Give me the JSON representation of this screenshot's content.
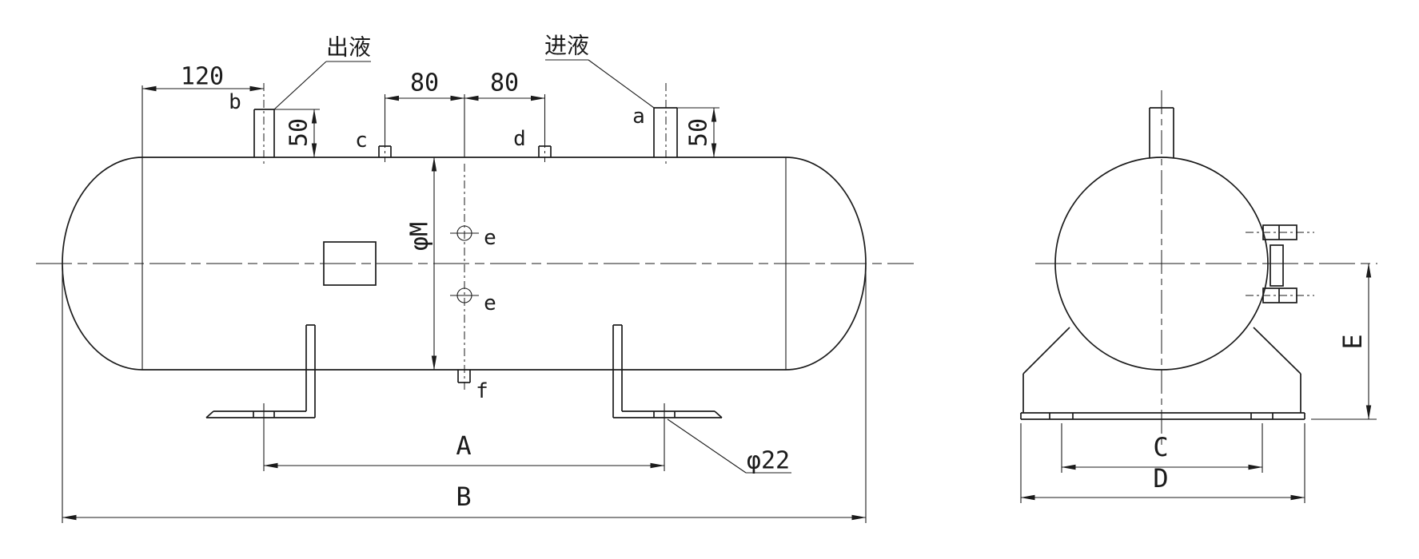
{
  "drawing": {
    "background": "#ffffff",
    "line_color": "#1b1b1b",
    "callouts": {
      "outlet": "出液",
      "inlet": "进液"
    },
    "side_view": {
      "dim_120": "120",
      "dim_80_left": "80",
      "dim_80_right": "80",
      "dim_50_left": "50",
      "dim_50_right": "50",
      "dim_shell_diameter": "φM",
      "dim_feet_span": "A",
      "dim_overall_length": "B",
      "dim_foot_hole": "φ22",
      "ports": {
        "a": "a",
        "b": "b",
        "c": "c",
        "d": "d",
        "e_upper": "e",
        "e_lower": "e",
        "f": "f"
      }
    },
    "end_view": {
      "dim_foot_holes_span": "C",
      "dim_base_width": "D",
      "dim_center_to_base": "E"
    }
  }
}
